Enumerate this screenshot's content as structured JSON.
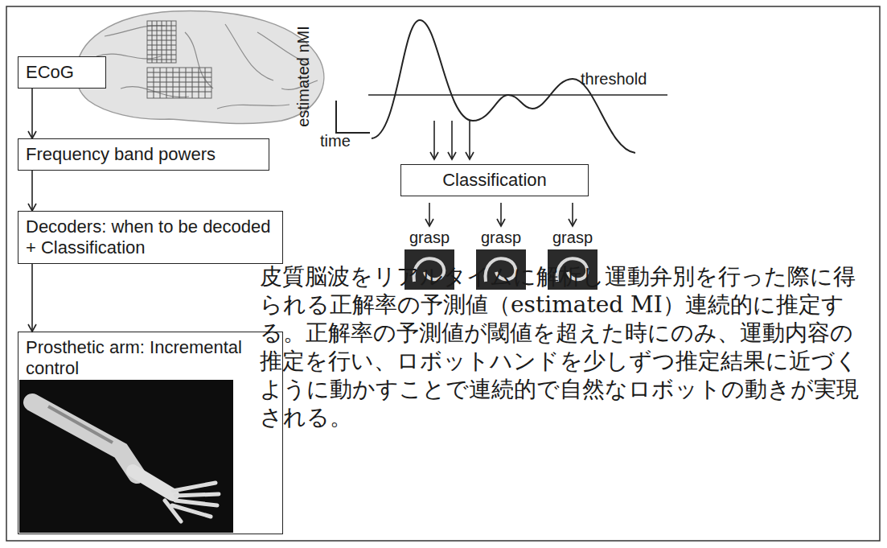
{
  "diagram": {
    "nodes": [
      {
        "text": [
          "ECoG"
        ]
      },
      {
        "text": [
          "Frequency band powers"
        ]
      },
      {
        "text": [
          "Decoders: when to be decoded + Classification"
        ]
      },
      {
        "text": [
          "Prosthetic arm: Incremental control"
        ]
      },
      {
        "text": [
          "Classification"
        ]
      }
    ],
    "edges": [
      {
        "from": 0,
        "to": 1,
        "arrow": "to"
      },
      {
        "from": 1,
        "to": 2,
        "arrow": "to"
      },
      {
        "from": 2,
        "to": 3,
        "arrow": "to"
      }
    ],
    "labels": [
      "estimated nMI",
      "time",
      "threshold",
      "grasp",
      "grasp",
      "grasp",
      "皮質脳波をリアルタイムに解析し運動弁別を行った際に得られる正解率の予測値（estimated MI）連続的に推定する。正解率の予測値が閾値を超えた時にのみ、運動内容の推定を行い、ロボットハンドを少しずつ推定結果に近づくように動かすことで連続的で自然なロボットの動きが実現される。"
    ]
  }
}
